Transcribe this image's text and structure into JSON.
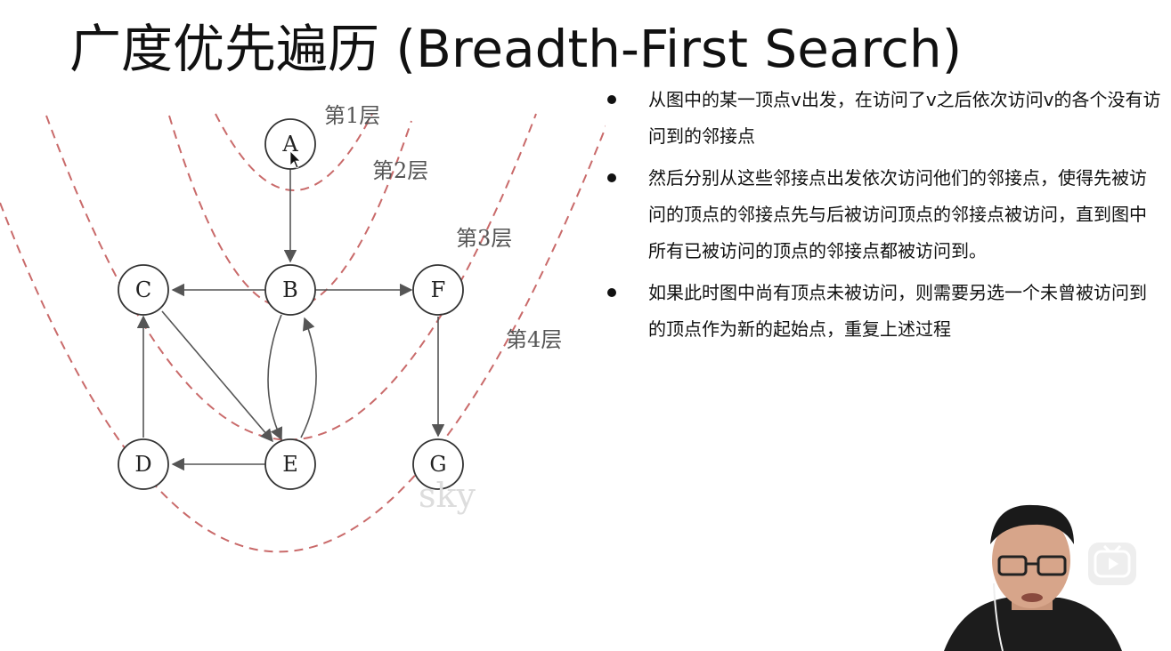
{
  "slide": {
    "title": "广度优先遍历 (Breadth-First Search)"
  },
  "diagram": {
    "nodes": [
      "A",
      "B",
      "C",
      "D",
      "E",
      "F",
      "G"
    ],
    "edges": [
      [
        "A",
        "B"
      ],
      [
        "B",
        "C"
      ],
      [
        "B",
        "F"
      ],
      [
        "C",
        "E"
      ],
      [
        "B",
        "E"
      ],
      [
        "E",
        "B"
      ],
      [
        "D",
        "C"
      ],
      [
        "E",
        "D"
      ],
      [
        "F",
        "G"
      ]
    ],
    "layers": [
      "第1层",
      "第2层",
      "第3层",
      "第4层"
    ],
    "watermark": "sky",
    "layer_line_color": "#c96a6a"
  },
  "bullets": [
    "从图中的某一顶点v出发，在访问了v之后依次访问v的各个没有访问到的邻接点",
    "然后分别从这些邻接点出发依次访问他们的邻接点，使得先被访问的顶点的邻接点先与后被访问顶点的邻接点被访问，直到图中所有已被访问的顶点的邻接点都被访问到。",
    "如果此时图中尚有顶点未被访问，则需要另选一个未曾被访问到的顶点作为新的起始点，重复上述过程"
  ],
  "overlay": {
    "webcam": "presenter-webcam",
    "badge_icon": "play-tv-icon"
  }
}
